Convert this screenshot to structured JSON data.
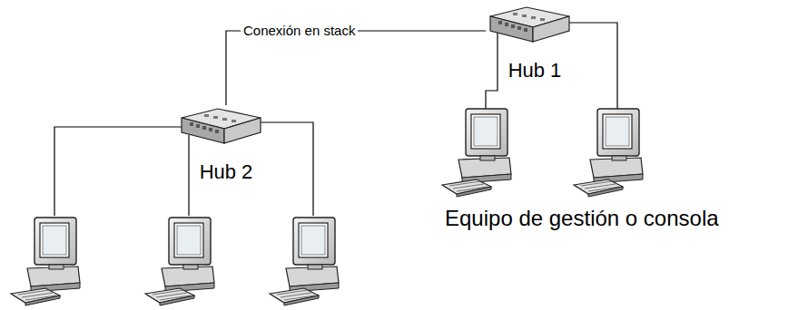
{
  "diagram": {
    "nodes": [
      {
        "text": [
          "Hub 1"
        ]
      },
      {
        "text": [
          "Hub 2"
        ]
      }
    ],
    "edges": [
      {
        "from": 1,
        "to": 0,
        "arrow": "none",
        "label": "Conexión en stack"
      }
    ],
    "labels": [
      "Equipo de gestión o consola"
    ]
  }
}
